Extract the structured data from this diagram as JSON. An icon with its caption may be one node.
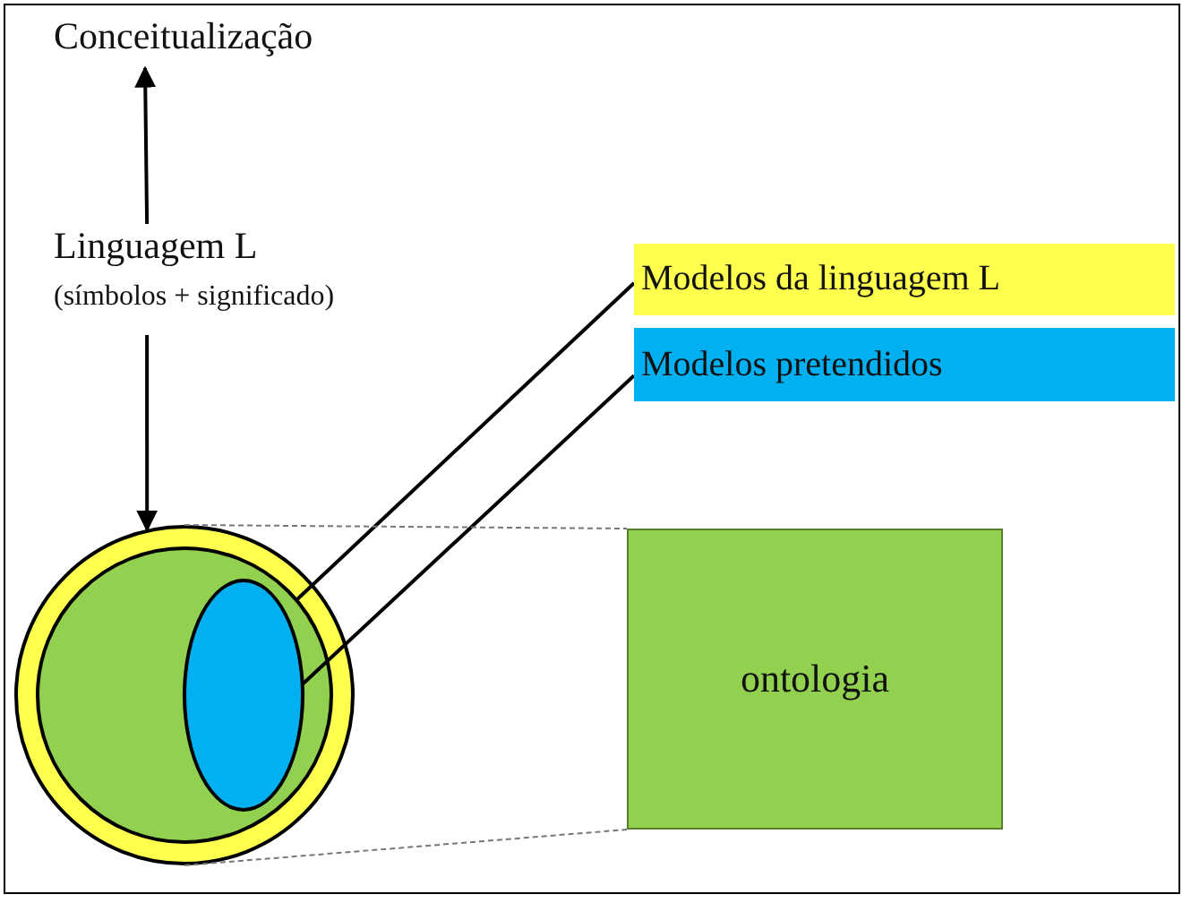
{
  "diagram": {
    "nodes": [
      {
        "text": [
          "Conceitualização"
        ]
      },
      {
        "text": [
          "Linguagem L",
          "(símbolos + significado)"
        ]
      },
      {
        "text": [],
        "shape": "circle"
      },
      {
        "text": [],
        "shape": "circle",
        "in": 2
      },
      {
        "text": [],
        "shape": "ellipse",
        "in": 3
      },
      {
        "text": [
          "Modelos da linguagem L"
        ]
      },
      {
        "text": [
          "Modelos pretendidos"
        ]
      },
      {
        "text": [
          "ontologia"
        ]
      }
    ],
    "edges": [
      {
        "from": 1,
        "to": 0,
        "arrow": "to"
      },
      {
        "from": 1,
        "to": 2,
        "arrow": "to"
      },
      {
        "from": 5,
        "to": 3,
        "arrow": "none"
      },
      {
        "from": 6,
        "to": 4,
        "arrow": "none"
      },
      {
        "from": 2,
        "to": 7,
        "arrow": "none",
        "style": "dashed",
        "color": "#777777"
      },
      {
        "from": 2,
        "to": 7,
        "arrow": "none",
        "style": "dashed",
        "color": "#777777"
      }
    ]
  }
}
